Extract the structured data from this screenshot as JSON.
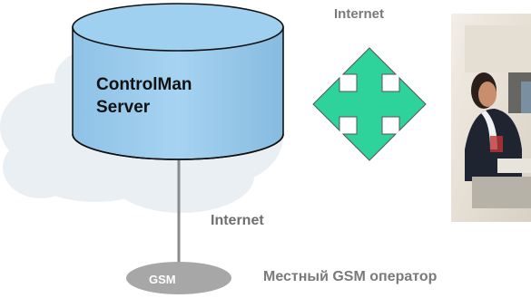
{
  "labels": {
    "internet_top": "Internet",
    "server_line1": "ControlMan",
    "server_line2": "Server",
    "internet_bottom": "Internet",
    "gsm": "GSM",
    "operator": "Местный GSM оператор"
  },
  "colors": {
    "cylinder": "#99ccee",
    "cloud": "#e9eff3",
    "arrow": "#2ed39c",
    "connector": "#8a8a8a",
    "gsm_ellipse": "#a7a7a7",
    "label_gray": "#7a7a7a"
  },
  "icons": {
    "arrow": "four-way-arrow-icon",
    "photo": "operator-photo"
  }
}
